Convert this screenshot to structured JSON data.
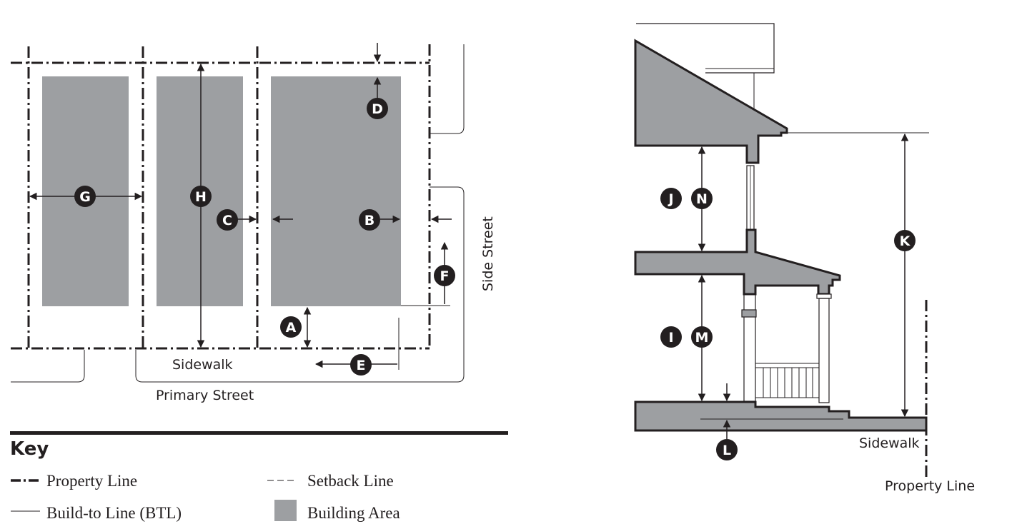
{
  "plan": {
    "markers": {
      "a": "A",
      "b": "B",
      "c": "C",
      "d": "D",
      "e": "E",
      "f": "F",
      "g": "G",
      "h": "H"
    },
    "labels": {
      "sidewalk": "Sidewalk",
      "primary_street": "Primary Street",
      "side_street": "Side Street"
    }
  },
  "section": {
    "markers": {
      "i": "I",
      "j": "J",
      "k": "K",
      "l": "L",
      "m": "M",
      "n": "N"
    },
    "labels": {
      "sidewalk": "Sidewalk",
      "property_line": "Property Line"
    }
  },
  "key": {
    "title": "Key",
    "items": [
      {
        "symbol": "property-line",
        "label": "Property Line"
      },
      {
        "symbol": "setback-line",
        "label": "Setback Line"
      },
      {
        "symbol": "build-to-line",
        "label": "Build-to Line (BTL)"
      },
      {
        "symbol": "building-area",
        "label": "Building Area"
      }
    ]
  },
  "colors": {
    "building_fill": "#9d9fa2",
    "ink": "#231f20"
  }
}
